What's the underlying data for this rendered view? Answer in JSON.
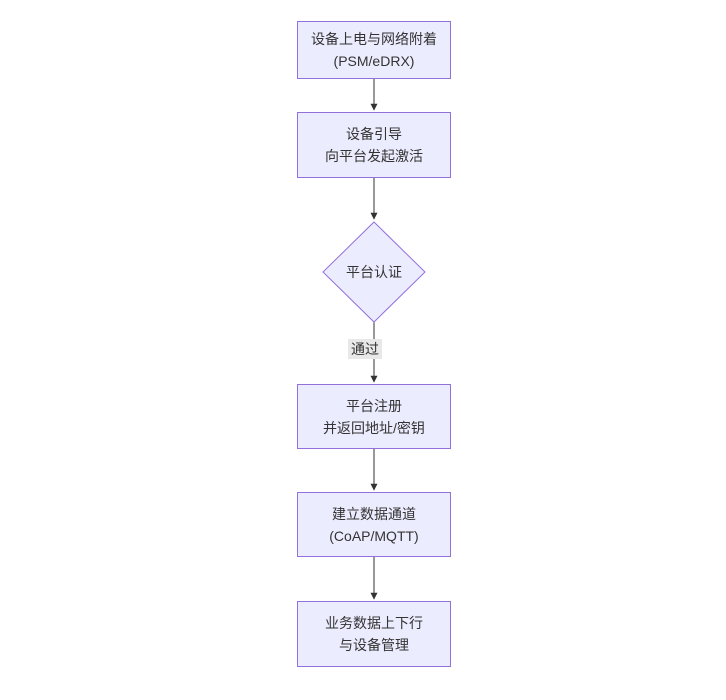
{
  "diagram": {
    "type": "flowchart",
    "direction": "top-down",
    "colors": {
      "node_fill": "#ECECFF",
      "node_border": "#9370DB",
      "edge_line": "#333333",
      "arrowhead": "#333333",
      "text": "#333333",
      "edge_label_bg": "#e8e8e8",
      "background": "#ffffff"
    },
    "nodes": [
      {
        "id": "A",
        "shape": "rect",
        "lines": [
          "设备上电与网络附着",
          "(PSM/eDRX)"
        ]
      },
      {
        "id": "B",
        "shape": "rect",
        "lines": [
          "设备引导",
          "向平台发起激活"
        ]
      },
      {
        "id": "C",
        "shape": "diamond",
        "lines": [
          "平台认证"
        ]
      },
      {
        "id": "D",
        "shape": "rect",
        "lines": [
          "平台注册",
          "并返回地址/密钥"
        ]
      },
      {
        "id": "E",
        "shape": "rect",
        "lines": [
          "建立数据通道",
          "(CoAP/MQTT)"
        ]
      },
      {
        "id": "F",
        "shape": "rect",
        "lines": [
          "业务数据上下行",
          "与设备管理"
        ]
      }
    ],
    "edges": [
      {
        "from": "A",
        "to": "B",
        "label": ""
      },
      {
        "from": "B",
        "to": "C",
        "label": ""
      },
      {
        "from": "C",
        "to": "D",
        "label": "通过"
      },
      {
        "from": "D",
        "to": "E",
        "label": ""
      },
      {
        "from": "E",
        "to": "F",
        "label": ""
      }
    ]
  }
}
